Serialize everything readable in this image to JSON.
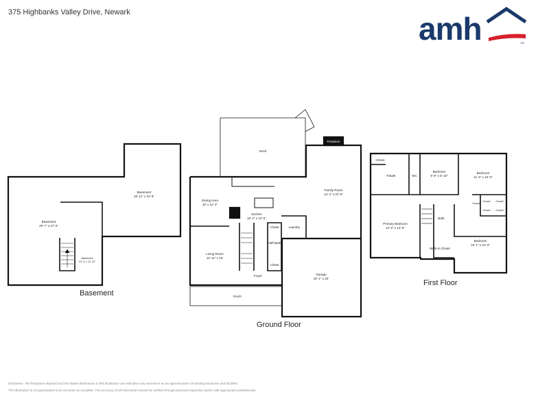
{
  "address": "375 Highbanks Valley Drive, Newark",
  "logo": {
    "text": "amh",
    "tm": "TM",
    "brand_color": "#1b3a6b",
    "swoosh_color": "#d6202a"
  },
  "floors": {
    "basement": {
      "label": "Basement",
      "rooms": [
        {
          "name": "Basement",
          "dims": "20' 11\" x 23' 8\""
        },
        {
          "name": "Basement",
          "dims": "20' 7\" x 27' 6\""
        },
        {
          "name": "Basement",
          "dims": "10' 4\" x 11' 10\""
        }
      ]
    },
    "ground": {
      "label": "Ground Floor",
      "rooms": [
        {
          "name": "Deck",
          "dims": ""
        },
        {
          "name": "Fireplace",
          "dims": ""
        },
        {
          "name": "Family Room",
          "dims": "14' 2\" x 23' 8\""
        },
        {
          "name": "Dining Area",
          "dims": "10' x 12' 4\""
        },
        {
          "name": "Kitchen",
          "dims": "16' 2\" x 10' 5\""
        },
        {
          "name": "Closet",
          "dims": ""
        },
        {
          "name": "Laundry",
          "dims": ""
        },
        {
          "name": "Half Bath",
          "dims": ""
        },
        {
          "name": "Living Room",
          "dims": "12' 11\" x 15'"
        },
        {
          "name": "Closet",
          "dims": ""
        },
        {
          "name": "Foyer",
          "dims": ""
        },
        {
          "name": "Garage",
          "dims": "20' 1\" x 20'"
        },
        {
          "name": "Porch",
          "dims": ""
        }
      ]
    },
    "first": {
      "label": "First Floor",
      "rooms": [
        {
          "name": "Closet",
          "dims": ""
        },
        {
          "name": "WC",
          "dims": ""
        },
        {
          "name": "P.Bath",
          "dims": ""
        },
        {
          "name": "Bedroom",
          "dims": "9' 9\" x 8' 10\""
        },
        {
          "name": "Bedroom",
          "dims": "11' 8\" x 10' 8\""
        },
        {
          "name": "Primary Bedroom",
          "dims": "12' 5\" x 14' 5\""
        },
        {
          "name": "Bath",
          "dims": ""
        },
        {
          "name": "Walk-In Closet",
          "dims": ""
        },
        {
          "name": "Closet",
          "dims": ""
        },
        {
          "name": "Closet",
          "dims": ""
        },
        {
          "name": "Closet",
          "dims": ""
        },
        {
          "name": "Closet",
          "dims": ""
        },
        {
          "name": "Closet",
          "dims": ""
        },
        {
          "name": "Bedroom",
          "dims": "10' 1\" x 10' 3\""
        }
      ]
    }
  },
  "disclaimer": [
    "Disclaimer: The floorplans depicted and the stated dimensions in this illustration are indicative only and serve as an approximation of existing structures and facilities.",
    "This illustration is not guaranteed to be accurate as complete. The accuracy of all information should be verified through personal inspection and/or with appropriate professionals."
  ]
}
